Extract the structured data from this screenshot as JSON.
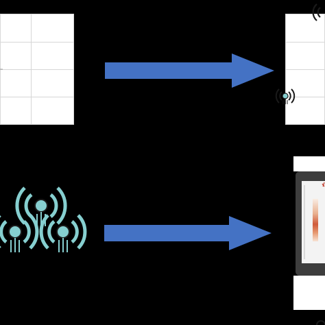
{
  "figure": {
    "panels": [
      {
        "id": "top-left-grid",
        "kind": "grid-map"
      },
      {
        "id": "top-right-grid",
        "kind": "grid-map"
      },
      {
        "id": "bottom-left-sensors",
        "kind": "sensor-cluster"
      },
      {
        "id": "bottom-right-monitor",
        "kind": "heatmap-display"
      }
    ],
    "colors": {
      "background": "#000000",
      "arrow": "#4472c4",
      "sensor": "#86cfd0",
      "sensor_stroke": "#1a1a1a",
      "heat_low": "#f7e7dc",
      "heat_high": "#c0392b"
    },
    "icons": [
      "sensor-icon",
      "arrow-right-icon",
      "monitor-icon"
    ]
  }
}
